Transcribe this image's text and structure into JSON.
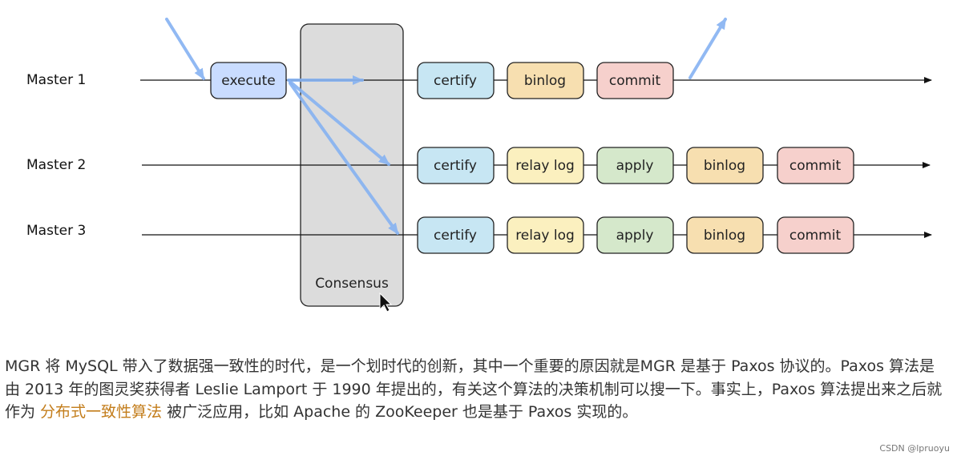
{
  "diagram": {
    "masters": [
      {
        "label": "Master 1",
        "execute": "execute",
        "steps": [
          "certify",
          "binlog",
          "commit"
        ]
      },
      {
        "label": "Master 2",
        "steps": [
          "certify",
          "relay log",
          "apply",
          "binlog",
          "commit"
        ]
      },
      {
        "label": "Master 3",
        "steps": [
          "certify",
          "relay log",
          "apply",
          "binlog",
          "commit"
        ]
      }
    ],
    "consensus_label": "Consensus",
    "colors": {
      "execute": "#c9dcff",
      "certify": "#c7e6f3",
      "binlog": "#f7dfb0",
      "commit": "#f6d0cc",
      "relay log": "#fbf0bf",
      "apply": "#d5e8cb",
      "consensus": "#dcdcdc",
      "flow_arrow": "#86b2f2",
      "line": "#111111"
    }
  },
  "paragraph": {
    "part1": "MGR 将 MySQL 带入了数据强一致性的时代，是一个划时代的创新，其中一个重要的原因就是MGR 是基于 Paxos 协议的。Paxos 算法是由 2013 年的图灵奖获得者 Leslie Lamport 于 1990 年提出的，有关这个算法的决策机制可以搜一下。事实上，Paxos 算法提出来之后就作为 ",
    "link": "分布式一致性算法",
    "part2": " 被广泛应用，比如 Apache 的 ZooKeeper 也是基于 Paxos 实现的。"
  },
  "watermark": "CSDN @lpruoyu"
}
